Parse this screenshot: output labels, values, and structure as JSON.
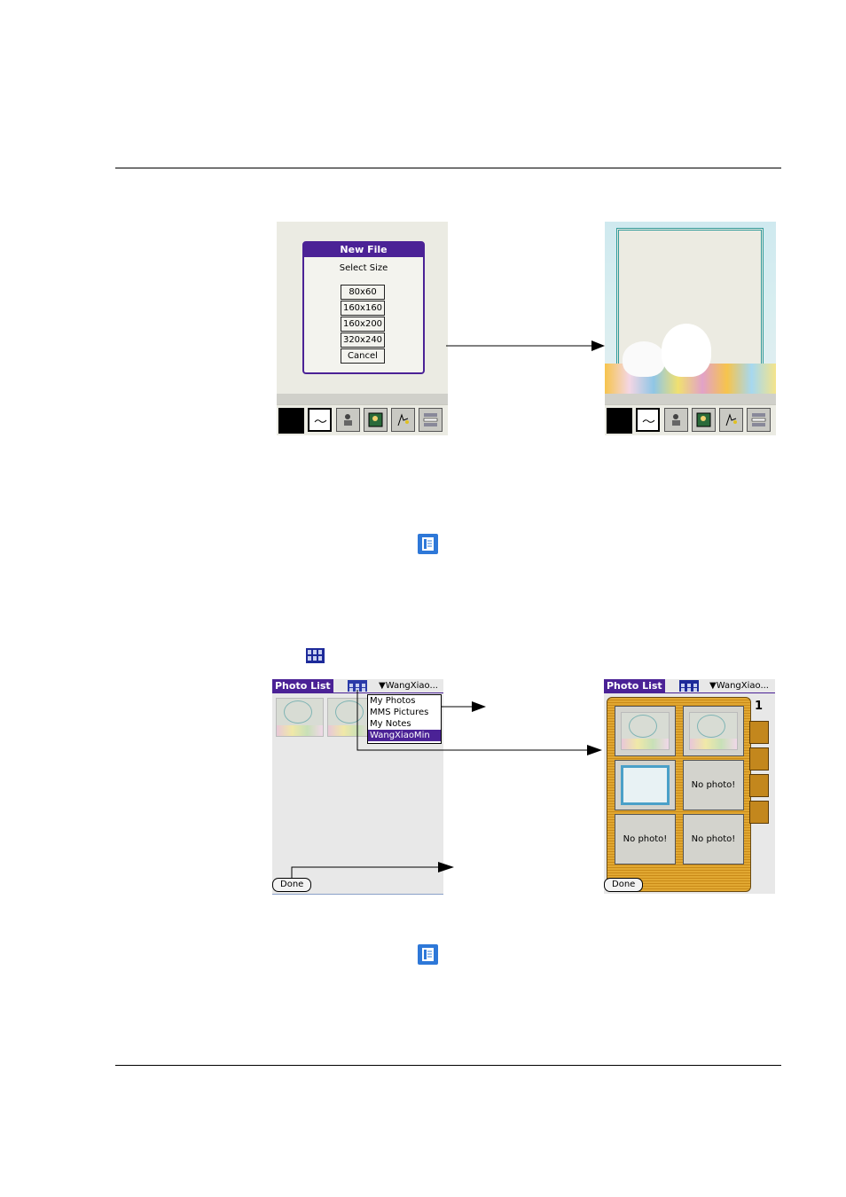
{
  "new_file_dialog": {
    "title": "New File",
    "subtitle": "Select Size",
    "options": [
      "80x60",
      "160x160",
      "160x200",
      "320x240",
      "Cancel"
    ]
  },
  "photo_list_left": {
    "title": "Photo List",
    "category": "▼WangXiao...",
    "menu_items": [
      "My Photos",
      "MMS Pictures",
      "My Notes",
      "WangXiaoMin"
    ],
    "selected_menu_item": "WangXiaoMin",
    "done_label": "Done"
  },
  "photo_list_right": {
    "title": "Photo List",
    "category": "▼WangXiao...",
    "cells": [
      "",
      "",
      "",
      "No photo!",
      "No photo!",
      "No photo!"
    ],
    "page_number": "1",
    "done_label": "Done"
  },
  "icons": {
    "inline_icon_1": "details-icon",
    "inline_icon_2": "thumbnail-view-icon",
    "inline_icon_3": "details-icon"
  },
  "colors": {
    "palm_title": "#4b2296",
    "album": "#e1a832"
  }
}
